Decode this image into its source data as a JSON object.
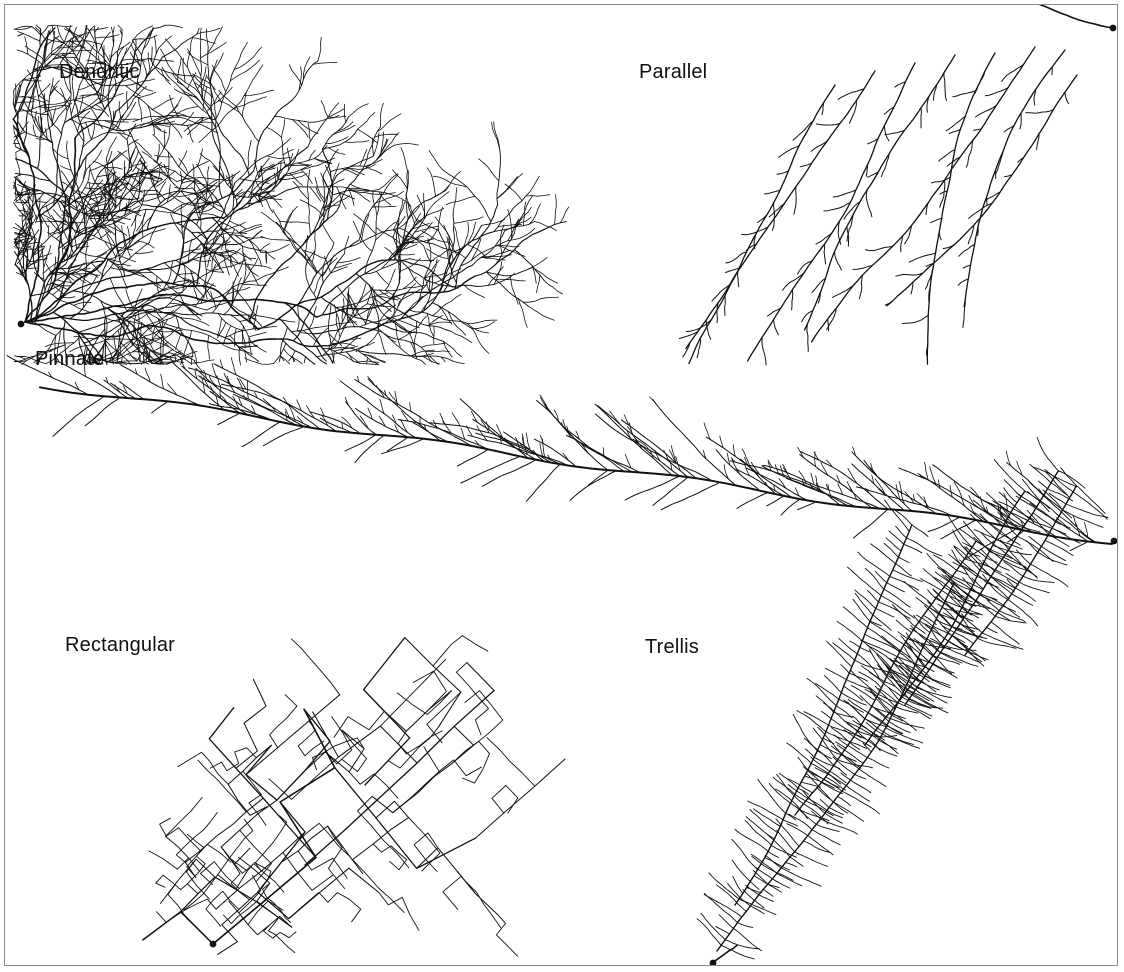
{
  "figure": {
    "panels": [
      {
        "id": "dendritic",
        "label": "Dendritic"
      },
      {
        "id": "parallel",
        "label": "Parallel"
      },
      {
        "id": "pinnate",
        "label": "Pinnate"
      },
      {
        "id": "rectangular",
        "label": "Rectangular"
      },
      {
        "id": "trellis",
        "label": "Trellis"
      }
    ],
    "colors": {
      "stream": "#111111",
      "background": "#ffffff",
      "border": "#8a8a8a"
    }
  }
}
